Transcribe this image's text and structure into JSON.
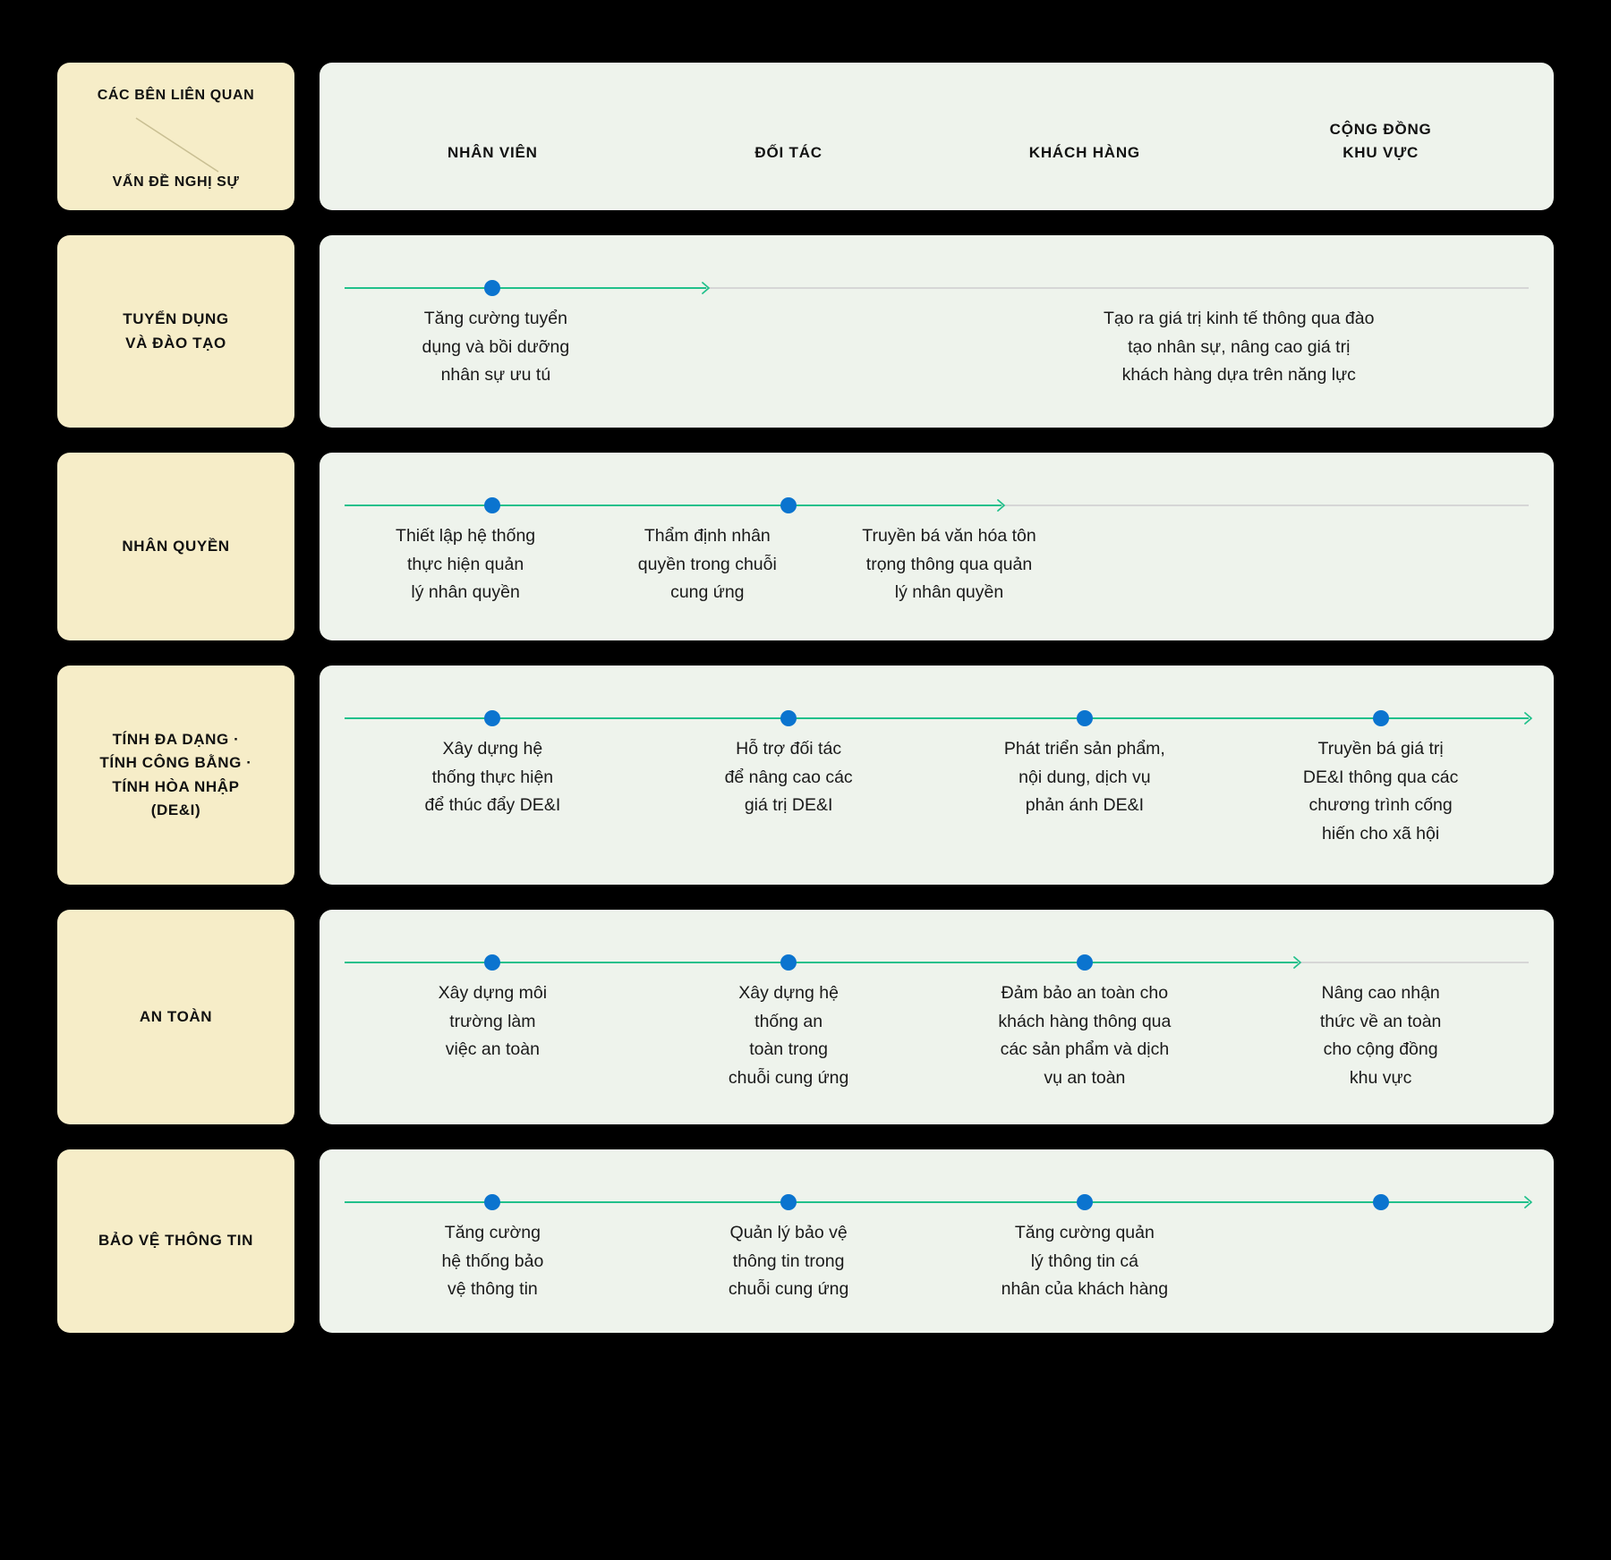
{
  "header": {
    "corner_top": "CÁC BÊN LIÊN QUAN",
    "corner_bottom": "VẤN ĐỀ NGHỊ SỰ",
    "columns": [
      "NHÂN VIÊN",
      "ĐỐI TÁC",
      "KHÁCH HÀNG",
      "CỘNG ĐỒNG\nKHU VỰC"
    ]
  },
  "colors": {
    "background": "#000000",
    "label_cell": "#f6edc8",
    "panel": "#eef3ec",
    "track_active": "#21c08b",
    "track_inactive": "#d6d6d6",
    "dot": "#0b74cf",
    "text": "#1a1a1a"
  },
  "rows": [
    {
      "label": "TUYỂN DỤNG\nVÀ ĐÀO TẠO",
      "filled_columns": 1,
      "cells": [
        "Tăng cường tuyển\ndụng và bồi dưỡng\nnhân sự ưu tú",
        "",
        "Tạo ra giá trị kinh tế thông qua đào\ntạo nhân sự, nâng cao giá trị\nkhách hàng dựa trên năng lực",
        ""
      ],
      "merged": [
        {
          "start": 2,
          "span": 2
        }
      ]
    },
    {
      "label": "NHÂN QUYỀN",
      "filled_columns": 2,
      "cells": [
        "Thiết lập hệ thống\nthực hiện quản\nlý nhân quyền",
        "Thẩm định nhân\nquyền trong chuỗi\ncung ứng",
        "Truyền bá văn hóa tôn\ntrọng thông qua quản\nlý nhân quyền",
        ""
      ],
      "merged": [
        {
          "start": 3,
          "span": 2
        }
      ]
    },
    {
      "label": "TÍNH ĐA DẠNG ·\nTÍNH CÔNG BẰNG ·\nTÍNH HÒA NHẬP\n(DE&I)",
      "filled_columns": 4,
      "cells": [
        "Xây dựng hệ\nthống thực hiện\nđể thúc đẩy DE&I",
        "Hỗ trợ đối tác\nđể nâng cao các\ngiá trị DE&I",
        "Phát triển sản phẩm,\nnội dung, dịch vụ\nphản ánh DE&I",
        "Truyền bá giá trị\nDE&I thông qua các\nchương trình cống\nhiến cho xã hội"
      ],
      "merged": []
    },
    {
      "label": "AN TOÀN",
      "filled_columns": 3,
      "cells": [
        "Xây dựng môi\ntrường làm\nviệc an toàn",
        "Xây dựng hệ\nthống an\ntoàn trong\nchuỗi cung ứng",
        "Đảm bảo an toàn cho\nkhách hàng thông qua\ncác sản phẩm và dịch\nvụ an toàn",
        "Nâng cao nhận\nthức về an toàn\ncho cộng đồng\nkhu vực"
      ],
      "merged": []
    },
    {
      "label": "BẢO VỆ THÔNG TIN",
      "filled_columns": 4,
      "cells": [
        "Tăng cường\nhệ thống bảo\nvệ thông tin",
        "Quản lý bảo vệ\nthông tin trong\nchuỗi cung ứng",
        "Tăng cường quản\nlý thông tin cá\nnhân của khách hàng",
        ""
      ],
      "merged": []
    }
  ]
}
